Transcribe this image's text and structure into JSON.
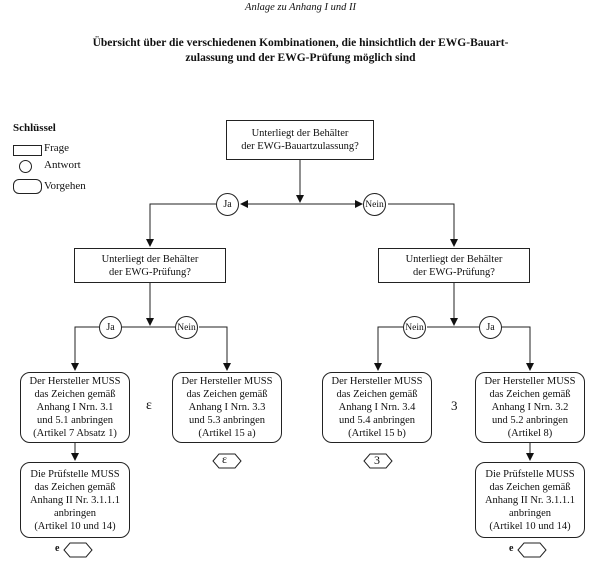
{
  "header": {
    "annex": "Anlage zu Anhang I und II",
    "title_line1": "Übersicht über die verschiedenen Kombinationen, die hinsichtlich der EWG-Bauart-",
    "title_line2": "zulassung und der EWG-Prüfung möglich sind"
  },
  "legend": {
    "title": "Schlüssel",
    "items": [
      {
        "shape": "rectangle",
        "label": "Frage"
      },
      {
        "shape": "circle",
        "label": "Antwort"
      },
      {
        "shape": "rounded-rectangle",
        "label": "Vorgehen"
      }
    ]
  },
  "flow": {
    "q_top": {
      "line1": "Unterliegt der Behälter",
      "line2": "der EWG-Bauartzulassung?"
    },
    "a_top_yes": "Ja",
    "a_top_no": "Nein",
    "q_left": {
      "line1": "Unterliegt der Behälter",
      "line2": "der EWG-Prüfung?"
    },
    "q_right": {
      "line1": "Unterliegt der Behälter",
      "line2": "der EWG-Prüfung?"
    },
    "a_left_yes": "Ja",
    "a_left_no": "Nein",
    "a_right_no": "Nein",
    "a_right_yes": "Ja",
    "p1": [
      "Der Hersteller MUSS",
      "das Zeichen gemäß",
      "Anhang I Nrn. 3.1",
      "und 5.1 anbringen",
      "(Artikel 7 Absatz 1)"
    ],
    "p2": [
      "Der Hersteller MUSS",
      "das Zeichen gemäß",
      "Anhang I Nrn. 3.3",
      "und 5.3 anbringen",
      "(Artikel 15 a)"
    ],
    "p3": [
      "Der Hersteller MUSS",
      "das Zeichen gemäß",
      "Anhang I Nrn. 3.4",
      "und 5.4 anbringen",
      "(Artikel 15 b)"
    ],
    "p4": [
      "Der Hersteller MUSS",
      "das Zeichen gemäß",
      "Anhang I Nrn. 3.2",
      "und 5.2 anbringen",
      "(Artikel 8)"
    ],
    "p1b": [
      "Die Prüfstelle MUSS",
      "das Zeichen gemäß",
      "Anhang II Nr. 3.1.1.1",
      "anbringen",
      "(Artikel 10 und 14)"
    ],
    "p4b": [
      "Die Prüfstelle MUSS",
      "das Zeichen gemäß",
      "Anhang II Nr. 3.1.1.1",
      "anbringen",
      "(Artikel 10 und 14)"
    ]
  },
  "marks": {
    "epsilon_mark": "ε",
    "reverse_epsilon_mark": "3",
    "e_mark": "e"
  }
}
